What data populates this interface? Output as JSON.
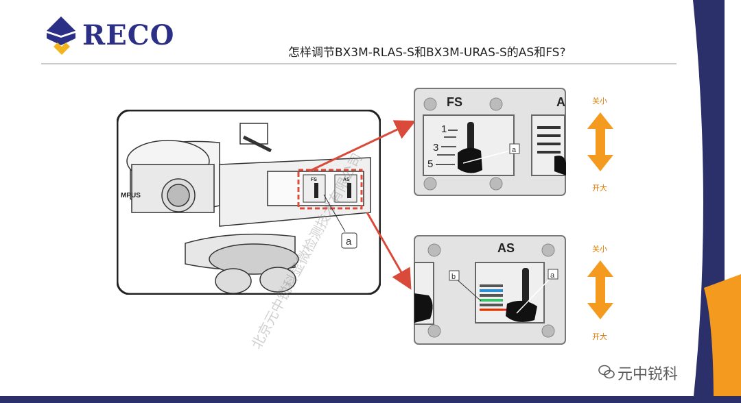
{
  "header": {
    "brand": "RECO",
    "title": "怎样调节BX3M-RLAS-S和BX3M-URAS-S的AS和FS?"
  },
  "microscope": {
    "panel_fs_label": "FS",
    "panel_as_label": "AS",
    "callout_a": "a",
    "brand_partial": "MPUS"
  },
  "fs_panel": {
    "title": "FS",
    "cut_label": "A",
    "scale": [
      "1",
      "3",
      "5"
    ],
    "callout": "a"
  },
  "as_panel": {
    "title": "AS",
    "callout_b": "b",
    "callout_a": "a"
  },
  "arrows": {
    "top_small": "关小",
    "top_large": "开大",
    "bottom_small": "关小",
    "bottom_large": "开大"
  },
  "watermark": {
    "vertical": "北京元中锐科显微检测技术有限公司",
    "wechat": "元中锐科"
  },
  "colors": {
    "brand_blue": "#2c2f86",
    "accent_orange": "#f39a1f",
    "red_dashed": "#e04a3a"
  }
}
